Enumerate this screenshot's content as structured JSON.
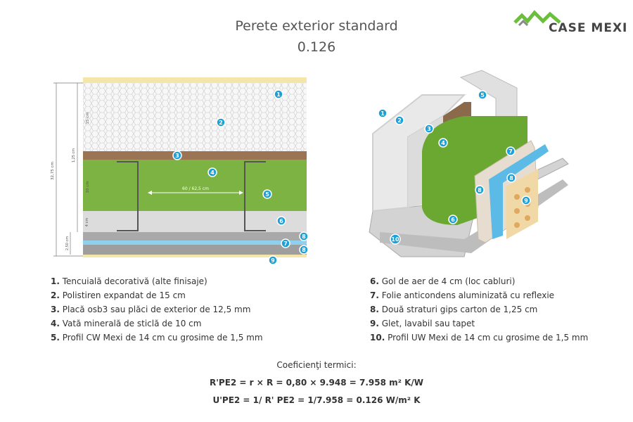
{
  "title": "Perete exterior standard",
  "code": "0.126",
  "logo": {
    "text": "CASE MEXI"
  },
  "section": {
    "dim_total": "32,75 cm",
    "dim_eps": "15 cm",
    "dim_osb": "1,25 cm",
    "dim_wool": "10 cm",
    "dim_air": "4 cm",
    "dim_gips": "2,50 cm",
    "spacing": "60 / 62,5 cm"
  },
  "badges": [
    "1",
    "2",
    "3",
    "4",
    "5",
    "6",
    "7",
    "8",
    "9",
    "10"
  ],
  "legend_left": [
    {
      "num": "1.",
      "text": "Tencuială decorativă (alte finisaje)"
    },
    {
      "num": "2.",
      "text": "Polistiren expandat de 15 cm"
    },
    {
      "num": "3.",
      "text": "Placă osb3 sau plăci de exterior de 12,5 mm"
    },
    {
      "num": "4.",
      "text": "Vată minerală de sticlă de 10 cm"
    },
    {
      "num": "5.",
      "text": "Profil CW Mexi de 14 cm cu grosime de 1,5 mm"
    }
  ],
  "legend_right": [
    {
      "num": "6.",
      "text": "Gol de aer de 4 cm (loc cabluri)"
    },
    {
      "num": "7.",
      "text": "Folie anticondens aluminizată cu reflexie"
    },
    {
      "num": "8.",
      "text": "Două straturi gips carton de 1,25 cm"
    },
    {
      "num": "9.",
      "text": "Glet, lavabil sau tapet"
    },
    {
      "num": "10.",
      "text": "Profil UW Mexi de 14 cm cu grosime de 1,5 mm"
    }
  ],
  "coefficients": {
    "title": "Coeficienţi termici:",
    "r": "R'PE2 = r × R = 0,80 × 9.948 =  7.958 m² K/W",
    "u": "U'PE2 = 1/ R' PE2 = 1/7.958 =  0.126 W/m² K"
  },
  "colors": {
    "plaster": "#f3e6a8",
    "eps": "#f7f7f7",
    "osb": "#9b7553",
    "wool": "#7cb342",
    "air": "#dcdcdc",
    "gips": "#a9a9a9",
    "foil": "#8fd0ee",
    "accent": "#1da0d6",
    "logo_green": "#6cbf3c"
  }
}
